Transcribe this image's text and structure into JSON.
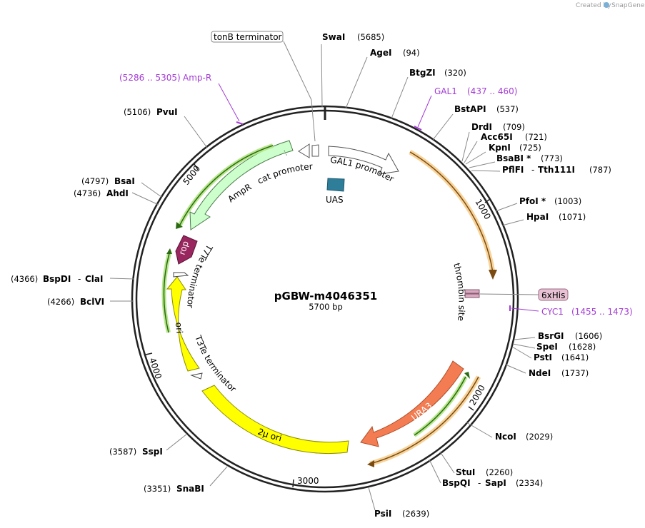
{
  "credit": {
    "created_by": "Created by",
    "brand": "SnapGene"
  },
  "plasmid": {
    "name": "pGBW-m4046351",
    "size_label": "5700 bp"
  },
  "ticks": [
    "1000",
    "2000",
    "3000",
    "4000",
    "5000"
  ],
  "sites": [
    {
      "name": "SwaI",
      "pos": "(5685)"
    },
    {
      "name": "AgeI",
      "pos": "(94)"
    },
    {
      "name": "BtgZI",
      "pos": "(320)"
    },
    {
      "name": "BstAPI",
      "pos": "(537)"
    },
    {
      "name": "DrdI",
      "pos": "(709)"
    },
    {
      "name": "Acc65I",
      "pos": "(721)"
    },
    {
      "name": "KpnI",
      "pos": "(725)"
    },
    {
      "name": "BsaBI *",
      "pos": "(773)"
    },
    {
      "name": "PflFI",
      "name2": "Tth111I",
      "pos": "(787)"
    },
    {
      "name": "PfoI *",
      "pos": "(1003)"
    },
    {
      "name": "HpaI",
      "pos": "(1071)"
    },
    {
      "name": "BsrGI",
      "pos": "(1606)"
    },
    {
      "name": "SpeI",
      "pos": "(1628)"
    },
    {
      "name": "PstI",
      "pos": "(1641)"
    },
    {
      "name": "NdeI",
      "pos": "(1737)"
    },
    {
      "name": "NcoI",
      "pos": "(2029)"
    },
    {
      "name": "StuI",
      "pos": "(2260)"
    },
    {
      "name": "BspQI",
      "name2": "SapI",
      "pos": "(2334)"
    },
    {
      "name": "PsiI",
      "pos": "(2639)"
    },
    {
      "name": "SnaBI",
      "pos": "(3351)"
    },
    {
      "name": "SspI",
      "pos": "(3587)"
    },
    {
      "name": "BclVI",
      "pos": "(4266)"
    },
    {
      "name": "BspDI",
      "name2": "ClaI",
      "pos": "(4366)"
    },
    {
      "name": "AhdI",
      "pos": "(4736)"
    },
    {
      "name": "BsaI",
      "pos": "(4797)"
    },
    {
      "name": "PvuI",
      "pos": "(5106)"
    }
  ],
  "primers": [
    {
      "name": "GAL1",
      "range": "(437 .. 460)"
    },
    {
      "name": "CYC1",
      "range": "(1455 .. 1473)"
    },
    {
      "name": "Amp-R",
      "range": "(5286 .. 5305)"
    }
  ],
  "features": {
    "tonB": "tonB terminator",
    "gal1_promoter": "GAL1 promoter",
    "uas": "UAS",
    "thrombin": "thrombin site",
    "his": "6xHis",
    "ura3": "URA3",
    "two_micron": "2μ ori",
    "t3te": "T3Te terminator",
    "ori": "ori",
    "t7te": "T7Te terminator",
    "rop": "rop",
    "ampr_promoter": "AmpR",
    "cat_promoter": "cat promoter"
  },
  "colors": {
    "backbone": "#222222",
    "primer": "#a43cd6",
    "orange": "#f0a020",
    "green": "#4a9a18",
    "yellow": "#ffff00",
    "ura3": "#f47c52",
    "uas": "#2e7d99",
    "rop": "#99265e",
    "ampr_fill": "#ccffcc",
    "his_fill": "#d9a9c0"
  }
}
